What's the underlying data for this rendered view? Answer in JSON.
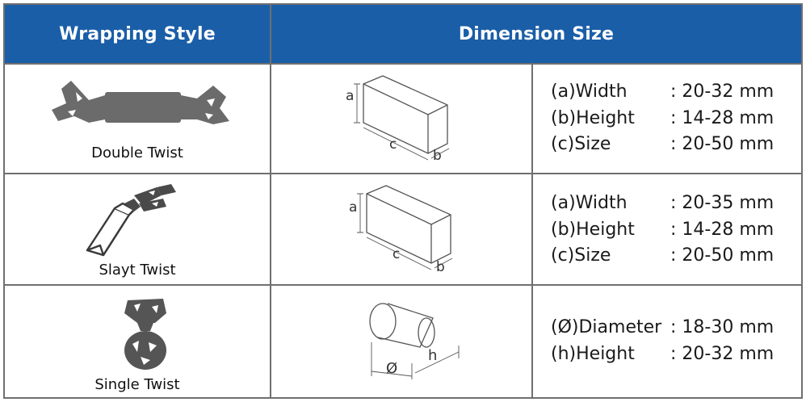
{
  "header": {
    "col1": "Wrapping Style",
    "col2": "Dimension Size"
  },
  "rows": [
    {
      "style_name": "Double Twist",
      "diagram_labels": {
        "a": "a",
        "b": "b",
        "c": "c"
      },
      "specs": [
        {
          "key": "(a)Width",
          "value": ": 20-32 mm"
        },
        {
          "key": "(b)Height",
          "value": ": 14-28 mm"
        },
        {
          "key": "(c)Size",
          "value": ": 20-50 mm"
        }
      ]
    },
    {
      "style_name": "Slayt Twist",
      "diagram_labels": {
        "a": "a",
        "b": "b",
        "c": "c"
      },
      "specs": [
        {
          "key": "(a)Width",
          "value": ": 20-35 mm"
        },
        {
          "key": "(b)Height",
          "value": ": 14-28 mm"
        },
        {
          "key": "(c)Size",
          "value": ": 20-50 mm"
        }
      ]
    },
    {
      "style_name": "Single Twist",
      "diagram_labels": {
        "d": "Ø",
        "h": "h"
      },
      "specs": [
        {
          "key": "(Ø)Diameter",
          "value": ": 18-30 mm"
        },
        {
          "key": "(h)Height",
          "value": ": 20-32 mm"
        }
      ]
    }
  ],
  "colors": {
    "header_bg": "#1a5ea8",
    "header_text": "#ffffff",
    "grid": "#6f6f6f",
    "icon": "#6b6b6b"
  }
}
